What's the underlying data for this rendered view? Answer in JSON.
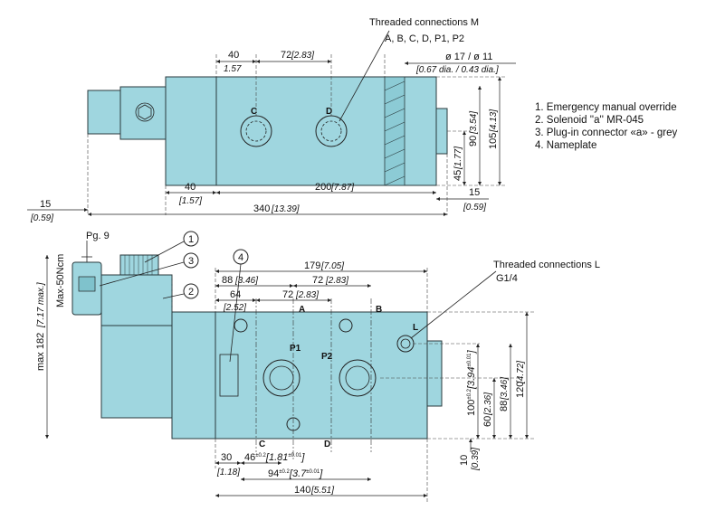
{
  "top_view": {
    "callout_title": "Threaded connections M",
    "callout_ports": "A, B, C, D, P1, P2",
    "port_c": "C",
    "port_d": "D",
    "dims": {
      "d40_top": "40",
      "d40_top_in": "1.57",
      "d72": "72",
      "d72_in": "[2.83]",
      "dia": "ø 17 / ø 11",
      "dia_in": "[0.67 dia. / 0.43 dia.]",
      "d90": "90",
      "d90_in": "[3.54]",
      "d105": "105",
      "d105_in": "[4.13]",
      "d45": "45",
      "d45_in": "[1.77]",
      "d40_bot": "40",
      "d40_bot_in": "[1.57]",
      "d200": "200",
      "d200_in": "[7.87]",
      "d15_right": "15",
      "d15_right_in": "[0.59]",
      "d15_left": "15",
      "d15_left_in": "[0.59]",
      "d340": "340",
      "d340_in": "[13.39]"
    }
  },
  "legend": [
    "1. Emergency manual override",
    "2. Solenoid ''a'' MR-045",
    "3. Plug-in connector «a» - grey",
    "4. Nameplate"
  ],
  "front_view": {
    "pg": "Pg. 9",
    "torque": "Max-50Ncm",
    "callout_l_title": "Threaded connections L",
    "callout_l_size": "G1/4",
    "balloons": [
      "1",
      "2",
      "3",
      "4"
    ],
    "ports": {
      "a": "A",
      "b": "B",
      "l": "L",
      "p1": "P1",
      "p2": "P2",
      "c": "C",
      "d": "D"
    },
    "dims": {
      "d179": "179",
      "d179_in": "[7.05]",
      "d88": "88",
      "d88_in": "[3.46]",
      "d72a": "72",
      "d72a_in": "[2.83]",
      "d64": "64",
      "d64_in": "[2.52]",
      "d72b": "72",
      "d72b_in": "[2.83]",
      "dmax": "max 182",
      "dmax_in": "[7.17 max.]",
      "d100": "100",
      "d100_tol": "±0.2",
      "d100_in": "[3.94",
      "d100_in_tol": "±0.01",
      "d100_in_end": "]",
      "d60": "60",
      "d60_in": "[2.36]",
      "d88v": "88",
      "d88v_in": "[3.46]",
      "d120": "120",
      "d120_in": "[4.72]",
      "d30": "30",
      "d30_in": "[1.18]",
      "d46": "46",
      "d46_tol": "±0.2",
      "d46_in": "[1.81",
      "d46_in_tol": "±0.01",
      "d46_in_end": "]",
      "d94": "94",
      "d94_tol": "±0.2",
      "d94_in": "[3.7",
      "d94_in_tol": "±0.01",
      "d94_in_end": "]",
      "d140": "140",
      "d140_in": "[5.51]",
      "d10": "10",
      "d10_in": "[0.39]"
    }
  }
}
